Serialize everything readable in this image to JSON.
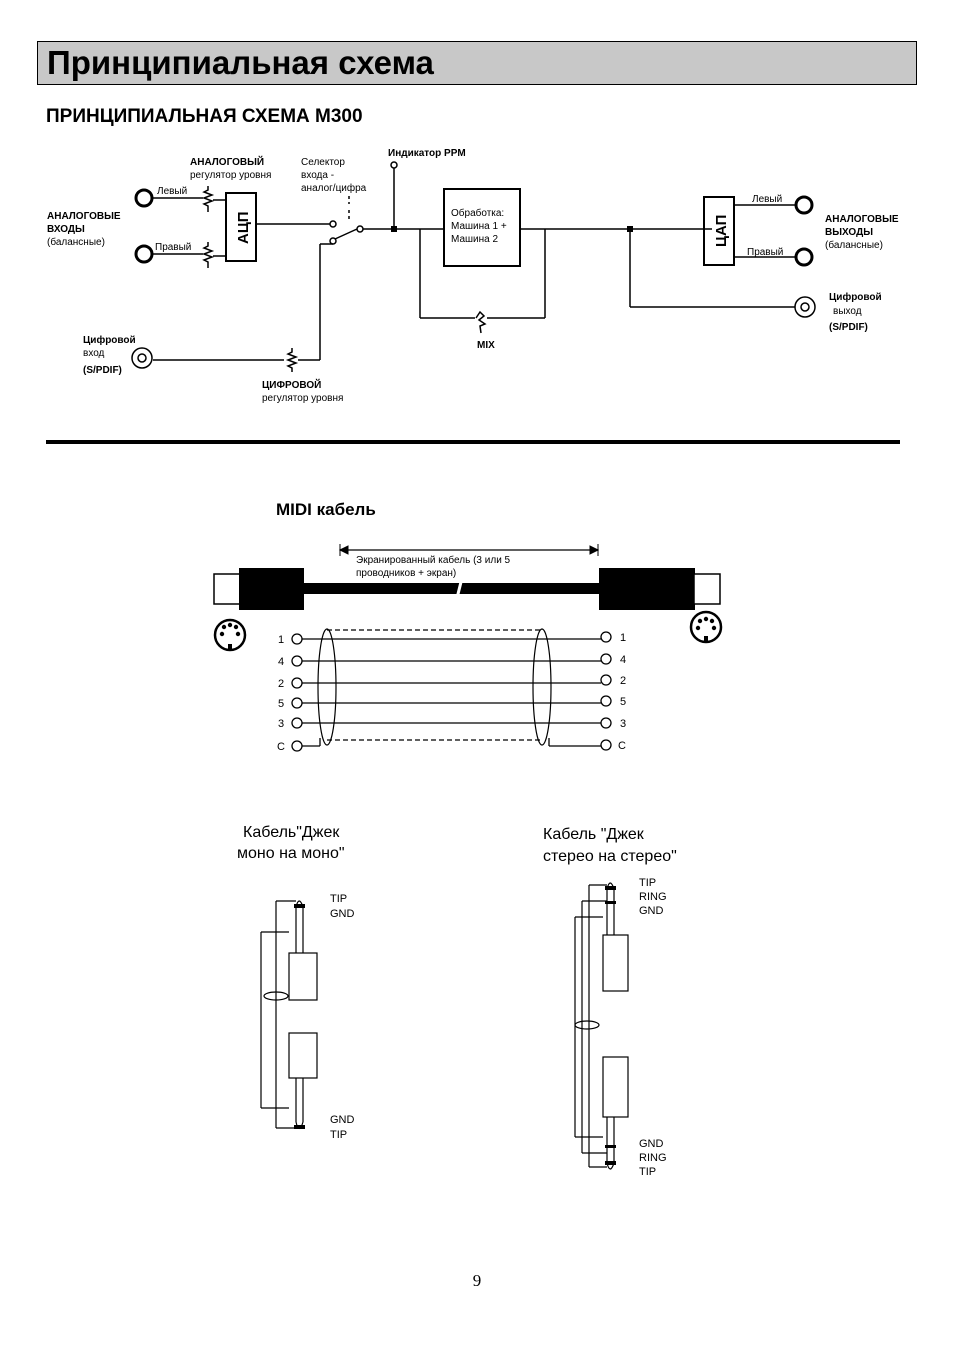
{
  "header": {
    "title": "Принципиальная схема"
  },
  "schematic": {
    "subtitle": "ПРИНЦИПИАЛЬНАЯ СХЕМА M300",
    "analog_level_label_1": "АНАЛОГОВЫЙ",
    "analog_level_label_2": "регулятор уровня",
    "selector_label_1": "Селектор",
    "selector_label_2": "входа -",
    "selector_label_3": "аналог/цифра",
    "ppm_label": "Индикатор PPM",
    "left_in": "Левый",
    "right_in": "Правый",
    "analog_inputs_1": "АНАЛОГОВЫЕ",
    "analog_inputs_2": "ВХОДЫ",
    "analog_inputs_3": "(балансные)",
    "adc": "АЦП",
    "processing_1": "Обработка:",
    "processing_2": "Машина 1 +",
    "processing_3": "Машина 2",
    "mix": "MIX",
    "dac": "ЦАП",
    "left_out": "Левый",
    "right_out": "Правый",
    "analog_outputs_1": "АНАЛОГОВЫЕ",
    "analog_outputs_2": "ВЫХОДЫ",
    "analog_outputs_3": "(балансные)",
    "digital_out_1": "Цифровой",
    "digital_out_2": "выход",
    "digital_out_3": "(S/PDIF)",
    "digital_in_1": "Цифровой",
    "digital_in_2": "вход",
    "digital_in_3": "(S/PDIF)",
    "digital_level_1": "ЦИФРОВОЙ",
    "digital_level_2": "регулятор уровня"
  },
  "midi": {
    "title": "MIDI кабель",
    "cable_label_1": "Экранированный кабель (3 или 5",
    "cable_label_2": "проводников + экран)",
    "pins_left": [
      "1",
      "4",
      "2",
      "5",
      "3",
      "C"
    ],
    "pins_right": [
      "1",
      "4",
      "2",
      "5",
      "3",
      "C"
    ]
  },
  "jack_mono": {
    "title_1": "Кабель\"Джек",
    "title_2": "моно на моно\"",
    "top_labels": [
      "TIP",
      "GND"
    ],
    "bottom_labels": [
      "GND",
      "TIP"
    ]
  },
  "jack_stereo": {
    "title_1": "Кабель \"Джек",
    "title_2": "стерео на стерео\"",
    "top_labels": [
      "TIP",
      "RING",
      "GND"
    ],
    "bottom_labels": [
      "GND",
      "RING",
      "TIP"
    ]
  },
  "page_number": "9"
}
